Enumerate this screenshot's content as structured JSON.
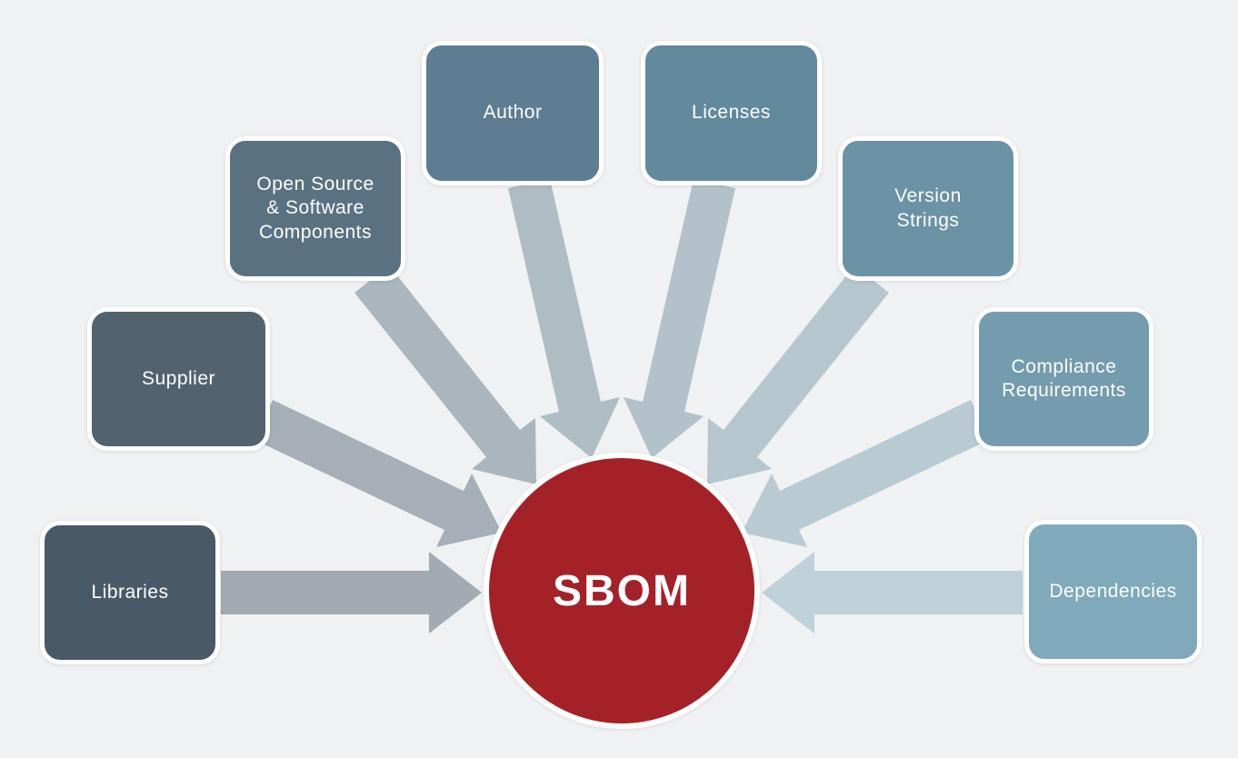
{
  "diagram": {
    "background_color": "#eff1f2",
    "center": {
      "label": "SBOM",
      "color": "#a42127",
      "text_color": "#ffffff"
    },
    "nodes": [
      {
        "id": "libraries",
        "label": "Libraries",
        "color": "#4a5967",
        "arrow_color": "#a2aab2"
      },
      {
        "id": "supplier",
        "label": "Supplier",
        "color": "#52636f",
        "arrow_color": "#a6afb8"
      },
      {
        "id": "opensource",
        "label": "Open Source\n& Software\nComponents",
        "color": "#5a7182",
        "arrow_color": "#aab5bd"
      },
      {
        "id": "author",
        "label": "Author",
        "color": "#5e7d92",
        "arrow_color": "#aebcc4"
      },
      {
        "id": "licenses",
        "label": "Licenses",
        "color": "#63899d",
        "arrow_color": "#b2c1ca"
      },
      {
        "id": "versions",
        "label": "Version\nStrings",
        "color": "#6b92a5",
        "arrow_color": "#b6c6cf"
      },
      {
        "id": "compliance",
        "label": "Compliance\nRequirements",
        "color": "#749cae",
        "arrow_color": "#bacad3"
      },
      {
        "id": "dependencies",
        "label": "Dependencies",
        "color": "#80a9bb",
        "arrow_color": "#bfd1d9"
      }
    ]
  }
}
